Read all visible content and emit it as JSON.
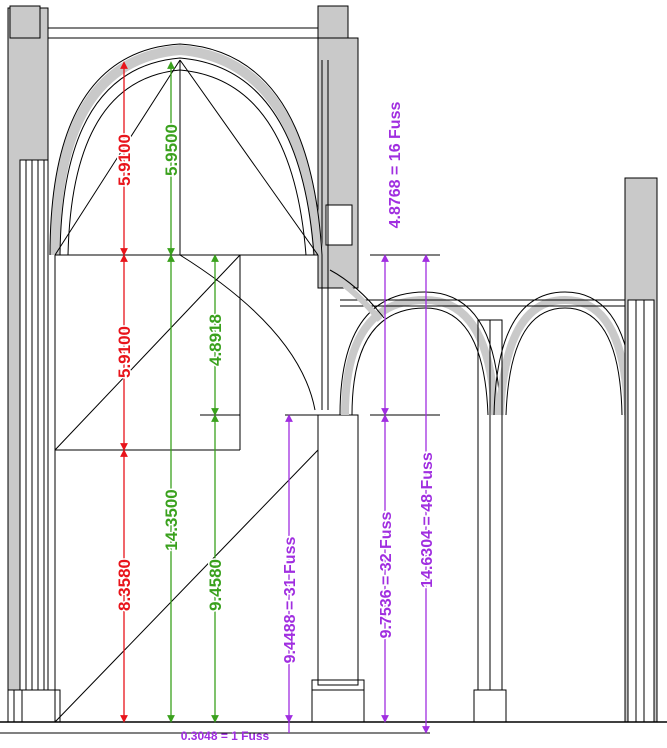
{
  "colors": {
    "red": "#e8141b",
    "green": "#3aa11d",
    "purple": "#a02ee0",
    "wall": "#c9c9c9",
    "line": "#000000"
  },
  "dimensions": {
    "red_upper": "5.9100",
    "red_middle": "5.9100",
    "red_lower": "8.3580",
    "green_upper": "5.9500",
    "green_middle": "4.8918",
    "green_tall": "14.3500",
    "green_lower": "9.4580",
    "purple_31": "9.4488 = 31 Fuss",
    "purple_32": "9.7536 = 32 Fuss",
    "purple_16": "4.8768 = 16 Fuss",
    "purple_48": "14.6304 = 48 Fuss",
    "purple_1": "0.3048 = 1 Fuss"
  }
}
